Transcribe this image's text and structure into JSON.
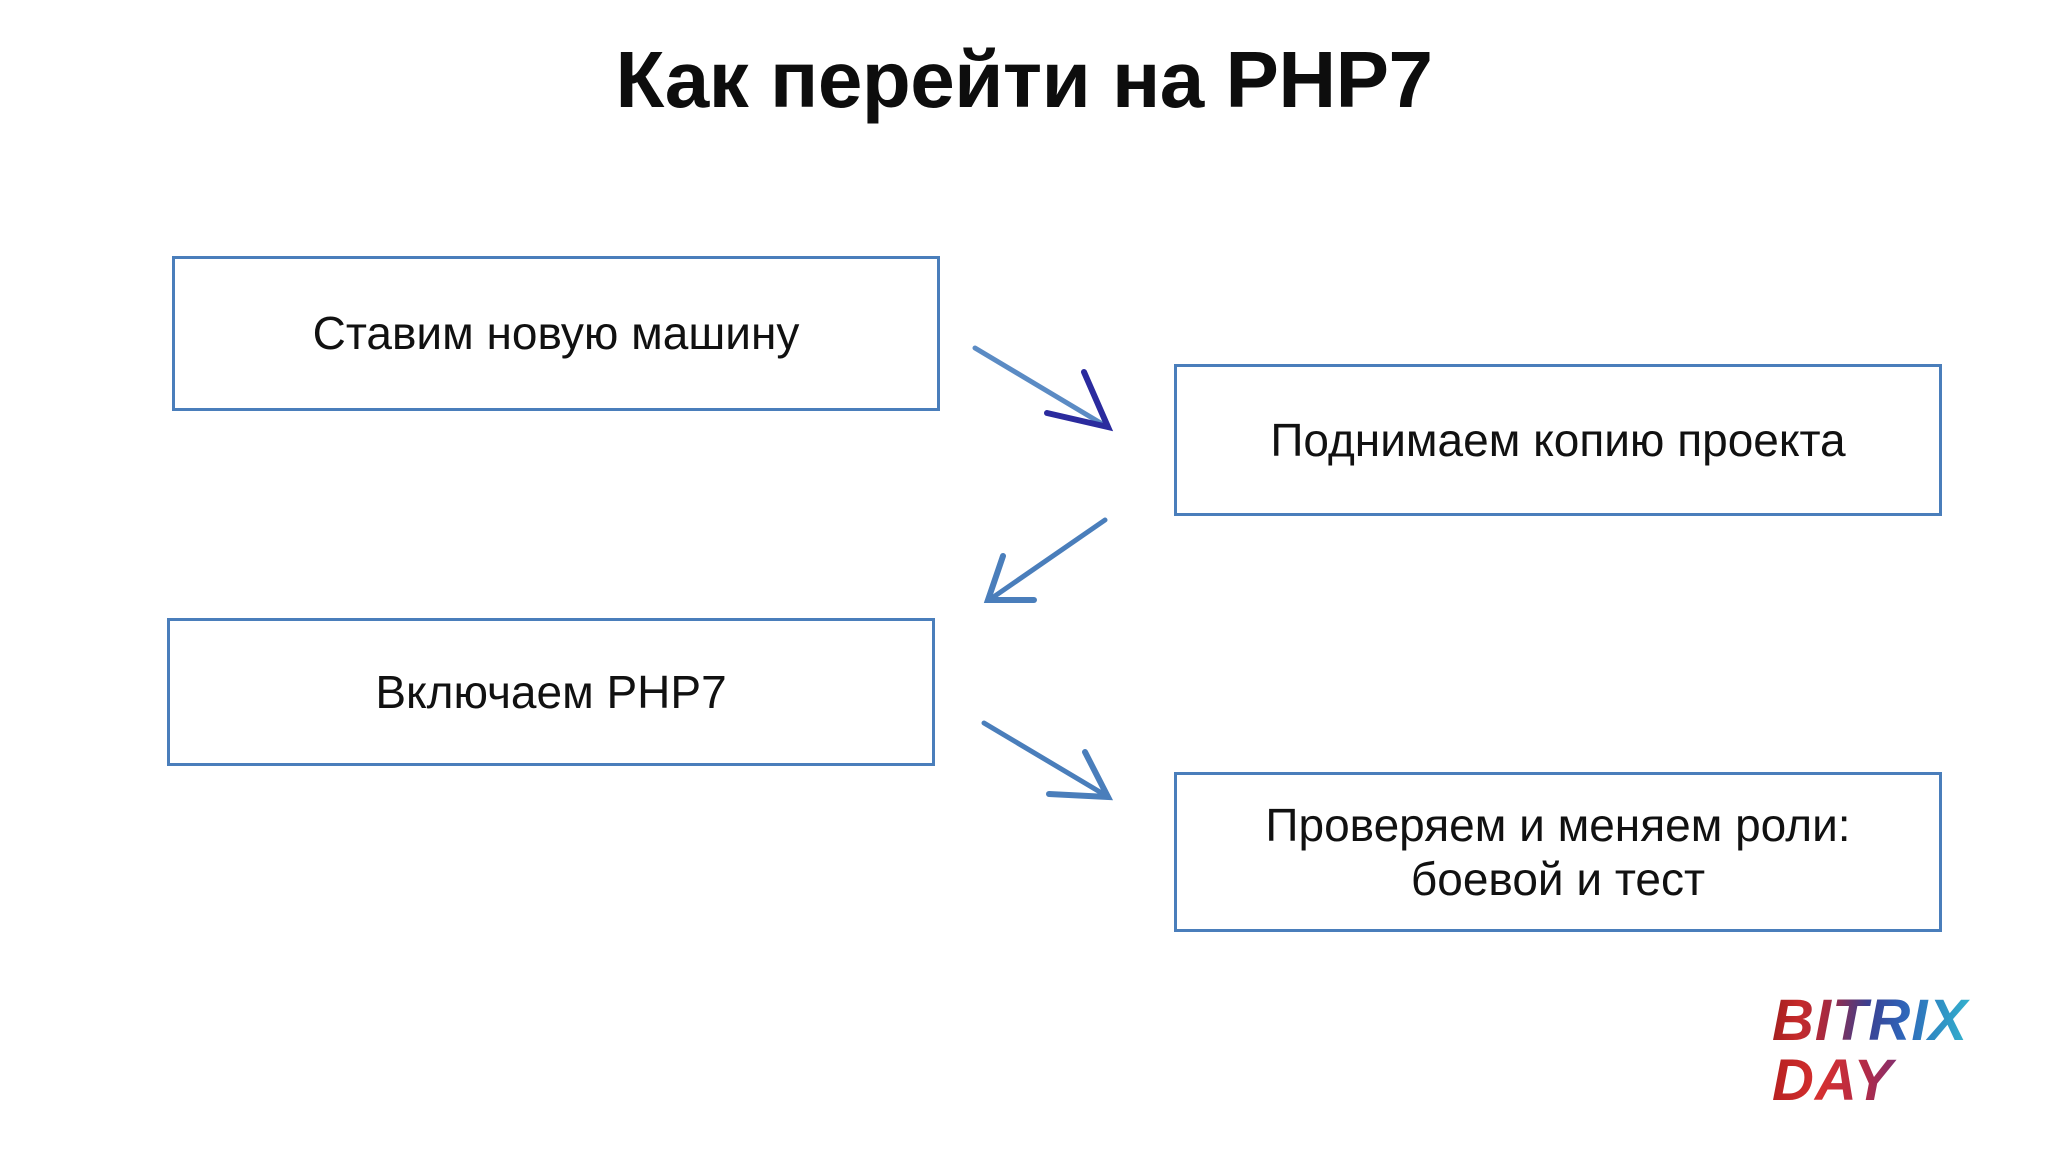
{
  "slide": {
    "title": "Как перейти на PHP7",
    "background_color": "#ffffff"
  },
  "colors": {
    "box_border": "#4a7ebb",
    "box_fill": "#ffffff",
    "arrow_shaft": "#4a7ebb",
    "arrow_head_dark": "#2b2b9e",
    "title_text": "#0d0d0d",
    "box_text": "#111111"
  },
  "flow": {
    "boxes": [
      {
        "id": "new-machine",
        "label": "Ставим новую машину"
      },
      {
        "id": "project-copy",
        "label": "Поднимаем копию проекта"
      },
      {
        "id": "enable-php7",
        "label": "Включаем PHP7"
      },
      {
        "id": "check-roles",
        "label": "Проверяем и меняем роли:\nбоевой и тест"
      }
    ],
    "arrows": [
      {
        "id": "arrow-1",
        "from": "new-machine",
        "to": "project-copy",
        "direction": "down-right",
        "head_color": "#2b2b9e"
      },
      {
        "id": "arrow-2",
        "from": "project-copy",
        "to": "enable-php7",
        "direction": "down-left",
        "head_color": "#4a7ebb"
      },
      {
        "id": "arrow-3",
        "from": "enable-php7",
        "to": "check-roles",
        "direction": "down-right",
        "head_color": "#4a7ebb"
      }
    ]
  },
  "logo": {
    "line1": "BITRIX",
    "line2": "DAY"
  }
}
